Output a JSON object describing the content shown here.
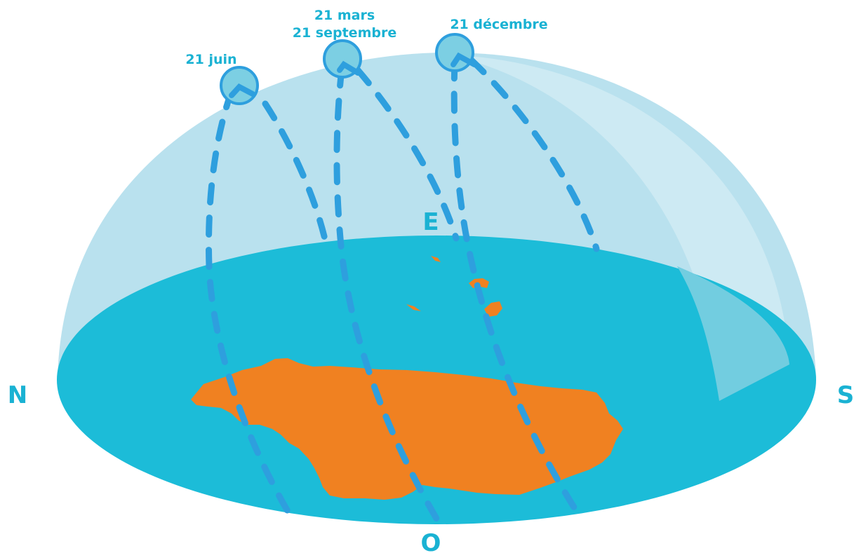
{
  "labels": {
    "june": "21 juin",
    "march": "21 mars",
    "september": "21 septembre",
    "december": "21 décembre"
  },
  "directions": {
    "north": "N",
    "south": "S",
    "east": "E",
    "west": "O"
  },
  "colors": {
    "dome": "#b9e1ee",
    "dome_highlight": "#cdeaf3",
    "ground": "#1cbcd8",
    "land": "#f08121",
    "sun_path": "#2e9fde",
    "sun_fill": "#7ccfe3",
    "label": "#1ab2d3"
  }
}
